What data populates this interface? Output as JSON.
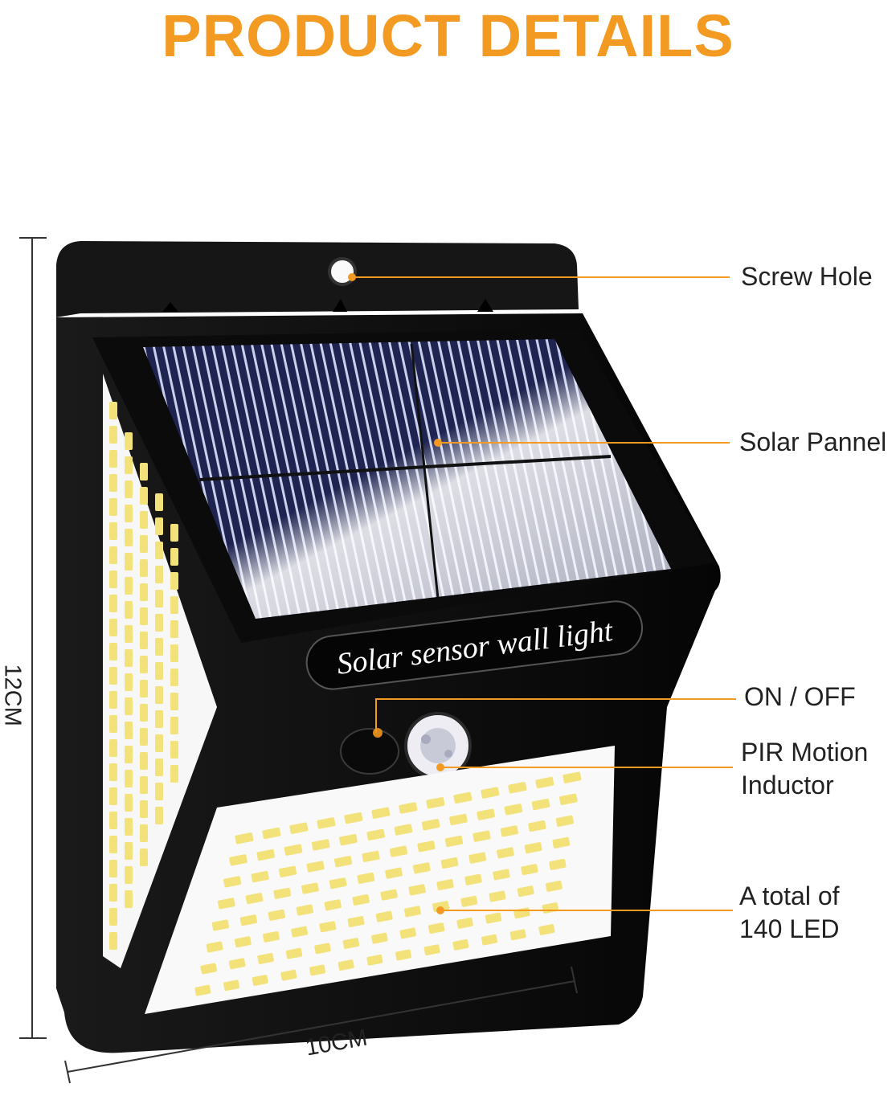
{
  "title": "PRODUCT DETAILS",
  "product_label": "Solar sensor wall light",
  "callouts": {
    "screw_hole": "Screw Hole",
    "solar_panel": "Solar Pannel",
    "on_off": "ON / OFF",
    "pir_line1": "PIR Motion",
    "pir_line2": "Inductor",
    "led_line1": "A total of",
    "led_line2": "140 LED"
  },
  "dimensions": {
    "height": "12CM",
    "width": "10CM"
  },
  "colors": {
    "accent": "#f39a22",
    "body": "#111111",
    "led": "#f3e17a",
    "panel": "#1d2244"
  }
}
